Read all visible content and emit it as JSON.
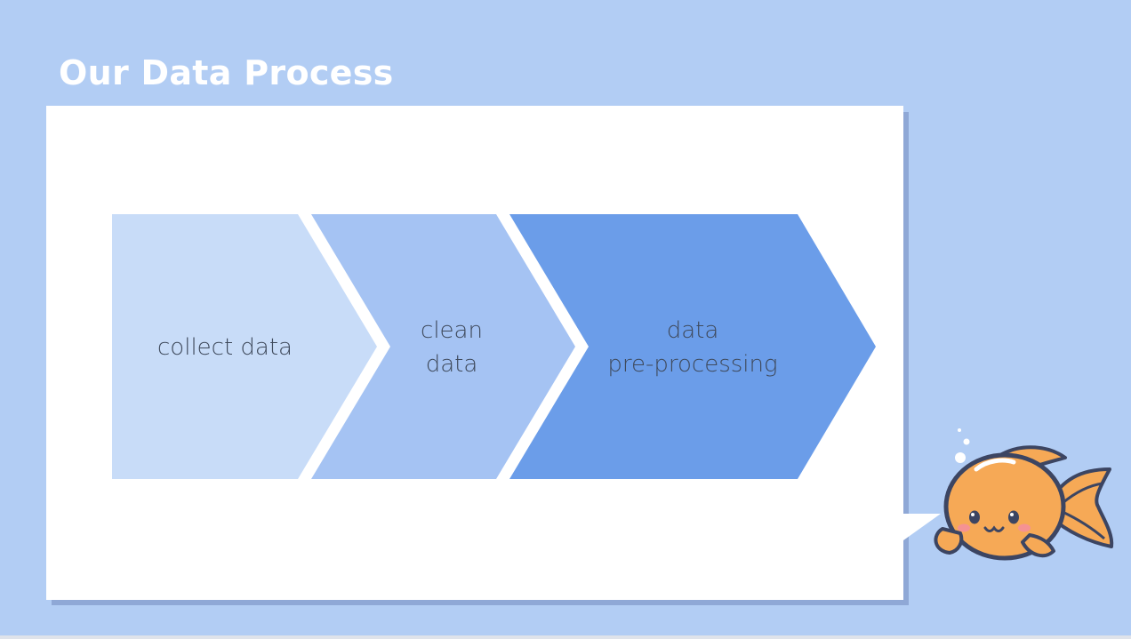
{
  "slide": {
    "title": "Our Data Process",
    "background_color": "#b2cdf4",
    "card_color": "#ffffff",
    "card_shadow_color": "#8fa8d6"
  },
  "process": {
    "steps": [
      {
        "label": "collect data",
        "color": "#c8dcf8"
      },
      {
        "label": "clean\ndata",
        "color": "#a5c3f3"
      },
      {
        "label": "data\npre-processing",
        "color": "#6b9de9"
      }
    ]
  },
  "mascot": {
    "icon": "goldfish-mascot-icon",
    "body_color": "#f6a956",
    "outline_color": "#3c4562"
  }
}
